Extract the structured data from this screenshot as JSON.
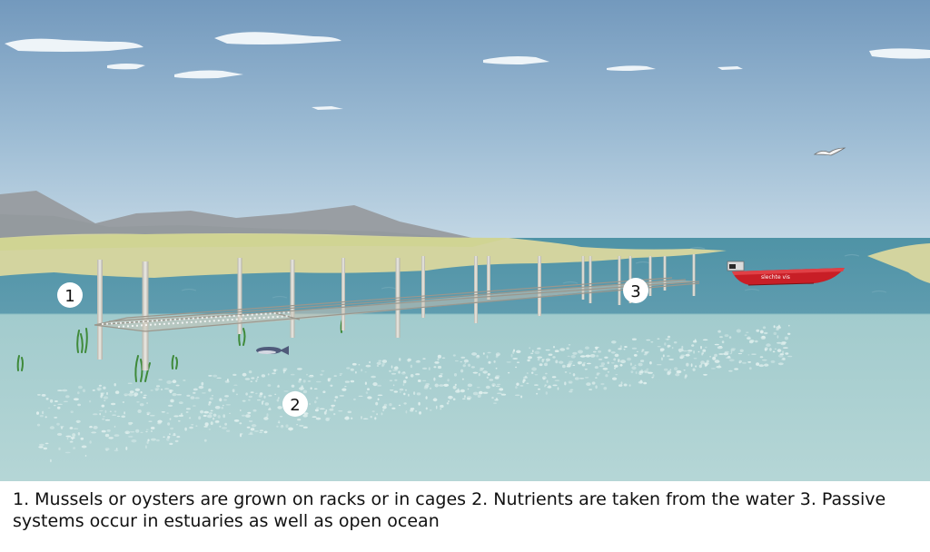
{
  "markers": [
    {
      "number": "1"
    },
    {
      "number": "2"
    },
    {
      "number": "3"
    }
  ],
  "boat": {
    "label": "slechte vis"
  },
  "caption": "1.  Mussels or oysters are grown on racks or in cages 2. Nutrients are taken from the water 3. Passive systems occur in estuaries as well as open ocean",
  "colors": {
    "sky_top": "#7aa2c4",
    "sky_bottom": "#c2d6e4",
    "mountains": "#9a9ea3",
    "land": "#d4d6a0",
    "sea_surface": "#4d8fa3",
    "underwater": "#a9d0d1",
    "boat": "#c81e26",
    "posts": "#d8d6ce",
    "seagrass": "#3f8a3a"
  }
}
